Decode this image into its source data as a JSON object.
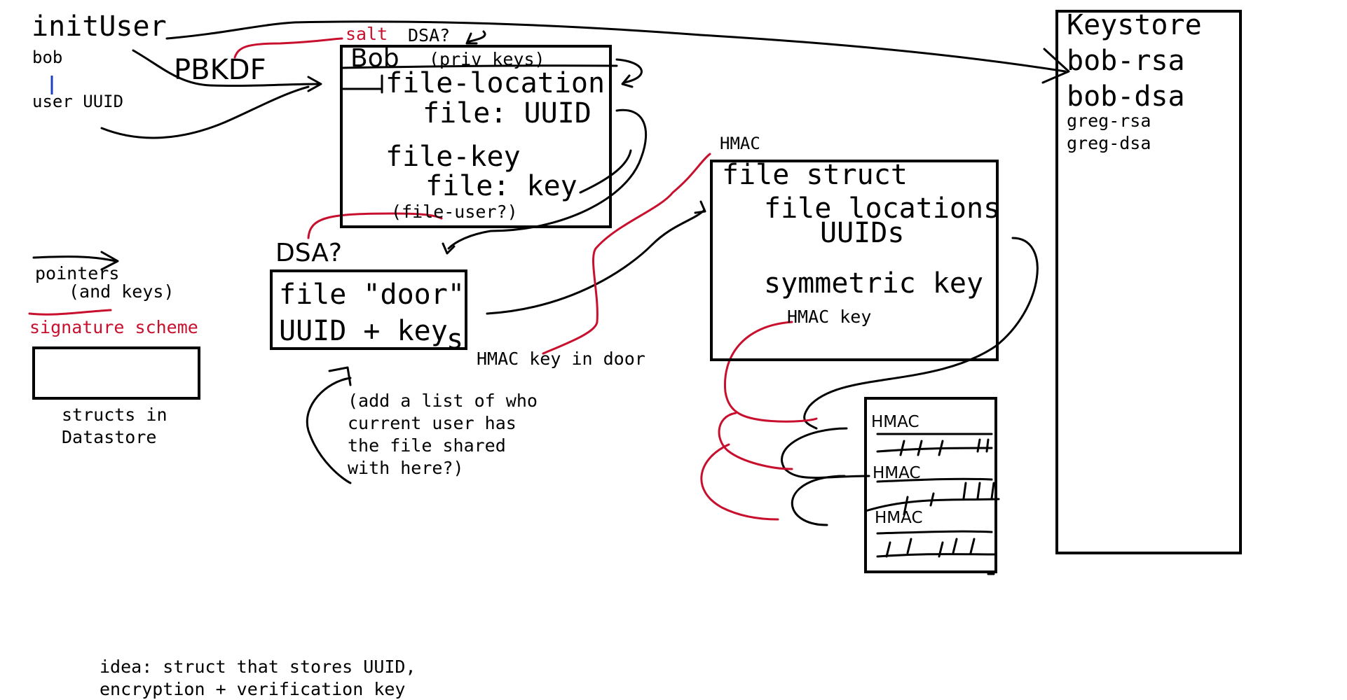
{
  "left": {
    "init_user": "initUser",
    "bob": "bob",
    "user_uuid": "user UUID",
    "pbkdf": "PBKDF",
    "salt": "salt",
    "dsa_top": "DSA?"
  },
  "bob_struct": {
    "title": "Bob",
    "priv_keys": "(priv keys)",
    "file_location": "file-location",
    "file_uuid": "file: UUID",
    "file_key": "file-key",
    "file_key_val": "file: key",
    "file_user": "(file-user?)"
  },
  "door": {
    "dsa": "DSA?",
    "line1": "file \"door\"",
    "line2_a": "UUID + key",
    "line2_b": "s",
    "hmac_key_in_door": "HMAC key in door",
    "note": [
      "(add a list of who",
      "current user has",
      "the file shared",
      "with here?)"
    ]
  },
  "file_struct": {
    "hmac": "HMAC",
    "title": "file struct",
    "locations": "file locations",
    "uuids": "UUIDs",
    "symmetric_key": "symmetric key",
    "hmac_key": "HMAC key"
  },
  "chunks": {
    "labels": [
      "HMAC",
      "HMAC",
      "HMAC"
    ]
  },
  "keystore": {
    "title": "Keystore",
    "bob_rsa": "bob-rsa",
    "bob_dsa": "bob-dsa",
    "greg_rsa": "greg-rsa",
    "greg_dsa": "greg-dsa"
  },
  "legend": {
    "pointers": "pointers",
    "and_keys": "(and keys)",
    "signature_scheme": "signature scheme",
    "structs_in": "structs in",
    "datastore": "Datastore"
  },
  "idea": {
    "line1": "idea: struct that stores UUID,",
    "line2": "encryption + verification key"
  },
  "colors": {
    "ink": "#000000",
    "red": "#c8102e",
    "blue": "#1f3fbf"
  }
}
